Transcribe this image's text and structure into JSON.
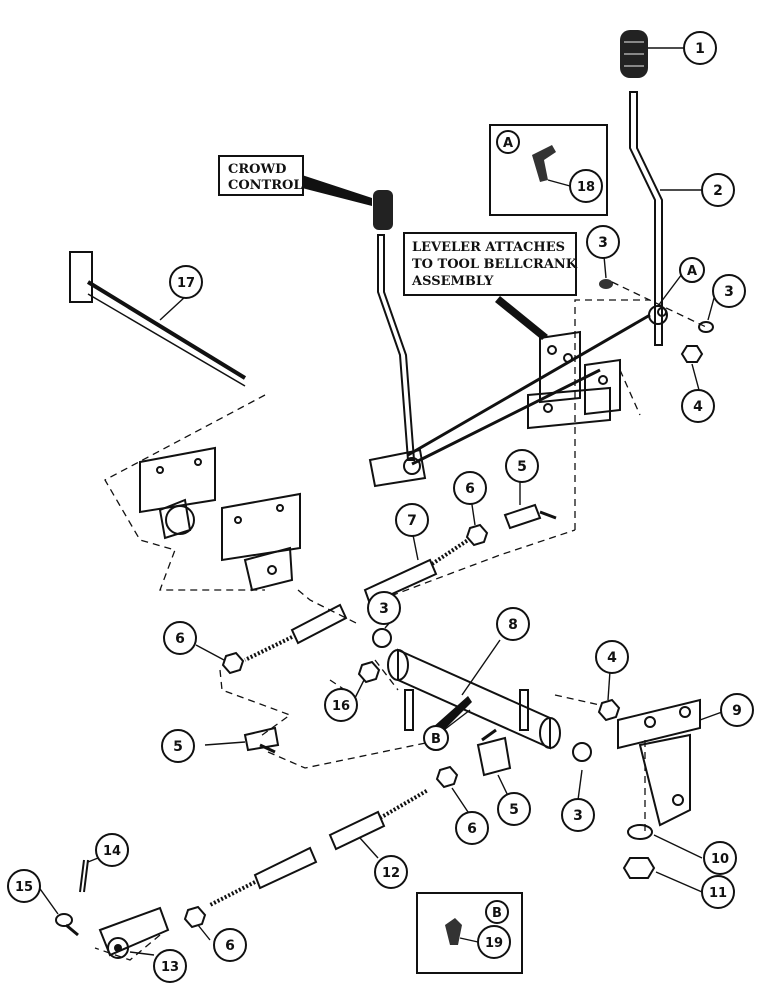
{
  "notes": {
    "crowd": [
      "CROWD",
      "CONTROL"
    ],
    "leveler": [
      "LEVELER ATTACHES",
      "TO TOOL BELLCRANK",
      "ASSEMBLY"
    ]
  },
  "detail_boxes": [
    {
      "letter": "A",
      "part": "18"
    },
    {
      "letter": "B",
      "part": "19"
    }
  ],
  "reference_letters": [
    "A",
    "B"
  ],
  "callouts": [
    "1",
    "2",
    "3",
    "3",
    "3",
    "3",
    "4",
    "4",
    "5",
    "5",
    "5",
    "6",
    "6",
    "6",
    "6",
    "7",
    "8",
    "9",
    "10",
    "11",
    "12",
    "13",
    "14",
    "15",
    "16",
    "17"
  ]
}
